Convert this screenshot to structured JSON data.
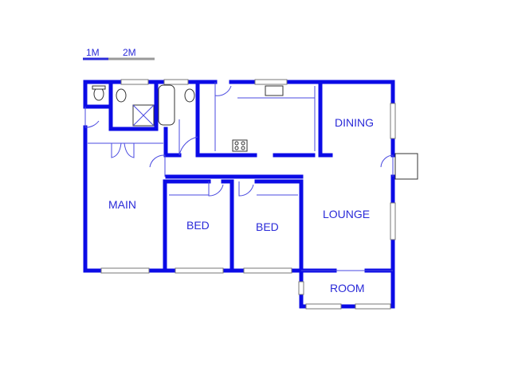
{
  "scale_bar": {
    "label_1": "1M",
    "label_2": "2M"
  },
  "rooms": {
    "dining": "DINING",
    "main": "MAIN",
    "bed_1": "BED",
    "bed_2": "BED",
    "lounge": "LOUNGE",
    "room": "ROOM"
  },
  "colors": {
    "wall": "#0b0be6",
    "label": "#2a2ad8",
    "scale_grey": "#999999"
  }
}
